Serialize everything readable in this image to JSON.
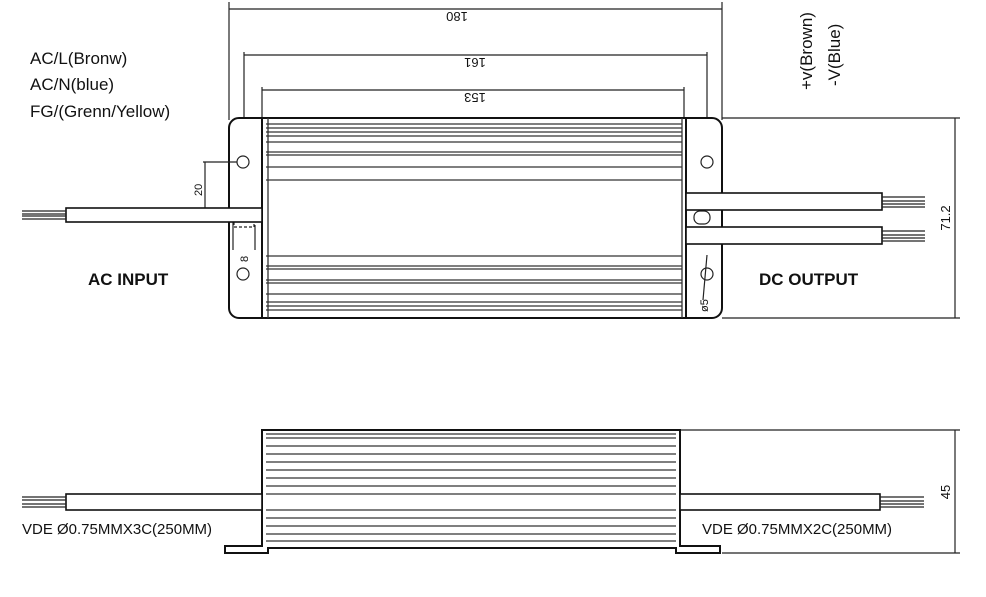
{
  "top_view": {
    "ac_labels": [
      "AC/L(Bronw)",
      "AC/N(blue)",
      "FG/(Grenn/Yellow)"
    ],
    "dc_labels": [
      "+v(Brown)",
      "-V(Blue)"
    ],
    "ac_input": "AC INPUT",
    "dc_output": "DC OUTPUT",
    "dimensions": {
      "overall_length": "180",
      "mount_hole_spacing": "161",
      "body_length": "153",
      "width": "71.2",
      "hole_offset": "20",
      "cable_gland": "8",
      "hole_diameter": "ø5"
    }
  },
  "side_view": {
    "ac_cable": "VDE Ø0.75MMX3C(250MM)",
    "dc_cable": "VDE Ø0.75MMX2C(250MM)",
    "height": "45"
  }
}
